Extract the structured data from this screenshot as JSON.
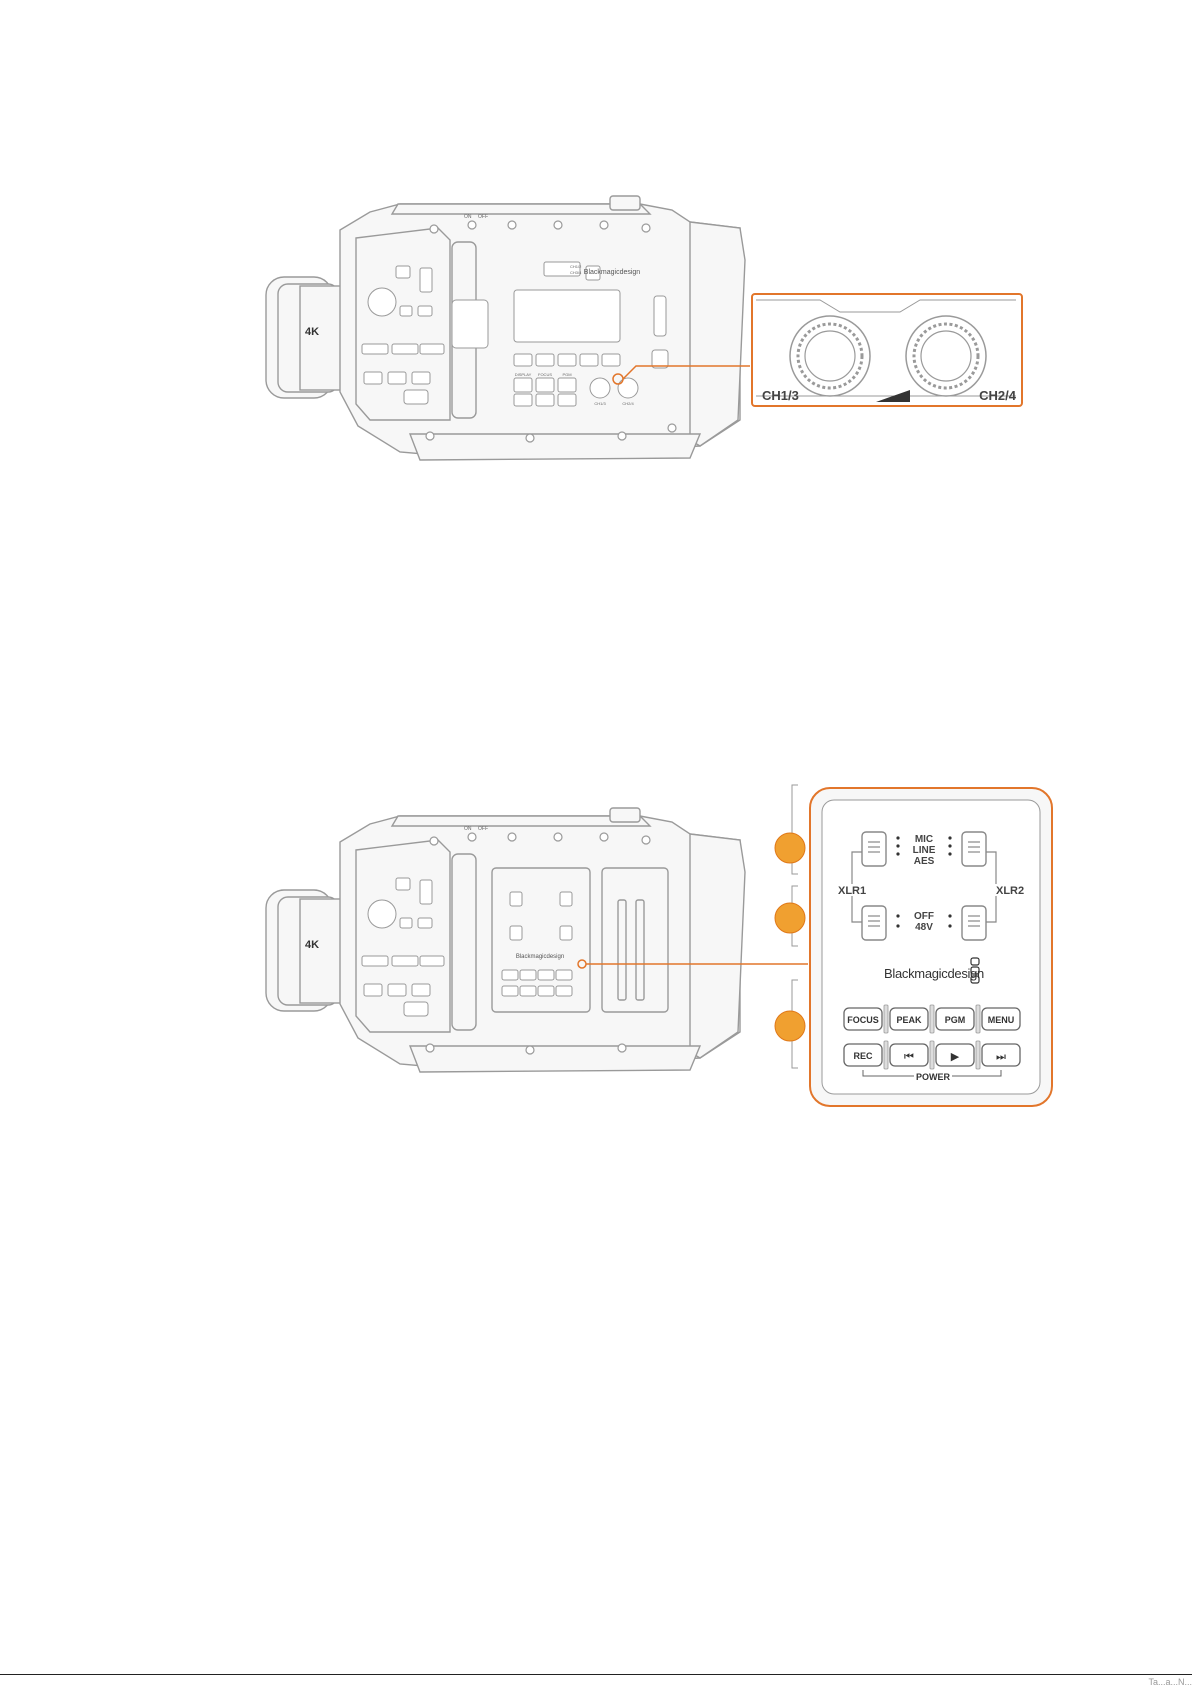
{
  "colors": {
    "accent": "#f0a030",
    "accent_stroke": "#e07818",
    "callout_line": "#e2762b",
    "body_line": "#9a9a9a",
    "body_fill": "#f7f7f7"
  },
  "figure1": {
    "camera": {
      "lens_badge": "4K",
      "brand": "Blackmagicdesign",
      "switch_labels": [
        "ON",
        "OFF"
      ],
      "ch_switch": [
        "CH1/2",
        "CH3/4"
      ],
      "button_labels": [
        "DISPLAY",
        "FOCUS",
        "PGM"
      ],
      "knob_labels": [
        "CH1/3",
        "CH2/4"
      ]
    },
    "zoom": {
      "left_label": "CH1/3",
      "right_label": "CH2/4"
    }
  },
  "figure2": {
    "camera": {
      "lens_badge": "4K",
      "brand": "Blackmagicdesign",
      "switch_labels": [
        "ON",
        "OFF"
      ]
    },
    "zoom": {
      "xlr_left": "XLR1",
      "xlr_right": "XLR2",
      "input_modes": [
        "MIC",
        "LINE",
        "AES"
      ],
      "phantom_modes": [
        "OFF",
        "48V"
      ],
      "brand": "Blackmagicdesign",
      "row1_buttons": [
        "FOCUS",
        "PEAK",
        "PGM",
        "MENU"
      ],
      "row2_buttons": [
        "REC",
        "⏮",
        "▶",
        "⏭"
      ],
      "power_label": "POWER"
    }
  },
  "footer": {
    "text": "Ta...a...N..."
  }
}
